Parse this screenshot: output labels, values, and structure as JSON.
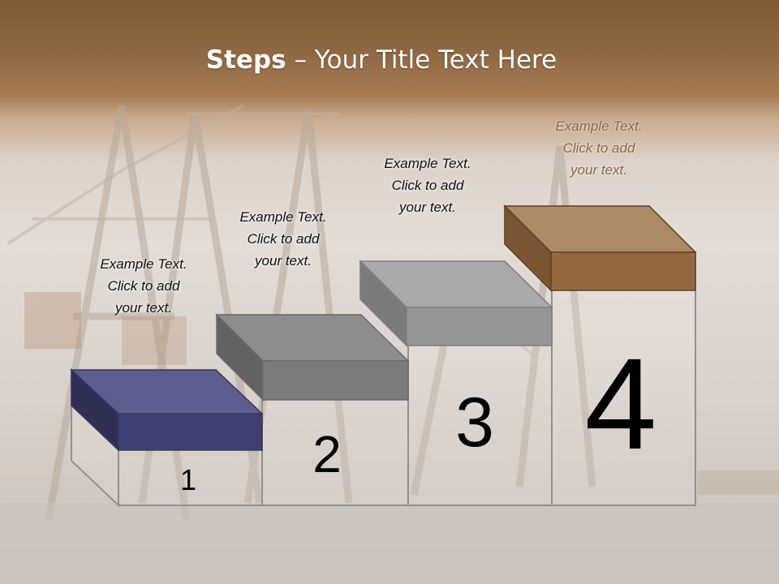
{
  "title": {
    "bold": "Steps",
    "rest": " – Your Title Text Here"
  },
  "steps": [
    {
      "number": "1",
      "text_lines": [
        "Example Text.",
        "Click  to add",
        "your text."
      ],
      "color": "#4b4c7e"
    },
    {
      "number": "2",
      "text_lines": [
        "Example Text.",
        "Click  to add",
        "your text."
      ],
      "color": "#7d7d7d"
    },
    {
      "number": "3",
      "text_lines": [
        "Example Text.",
        "Click  to add",
        "your text."
      ],
      "color": "#8f8f8f"
    },
    {
      "number": "4",
      "text_lines": [
        "Example Text.",
        "Click  to add",
        "your text."
      ],
      "color": "#8d6340"
    }
  ]
}
